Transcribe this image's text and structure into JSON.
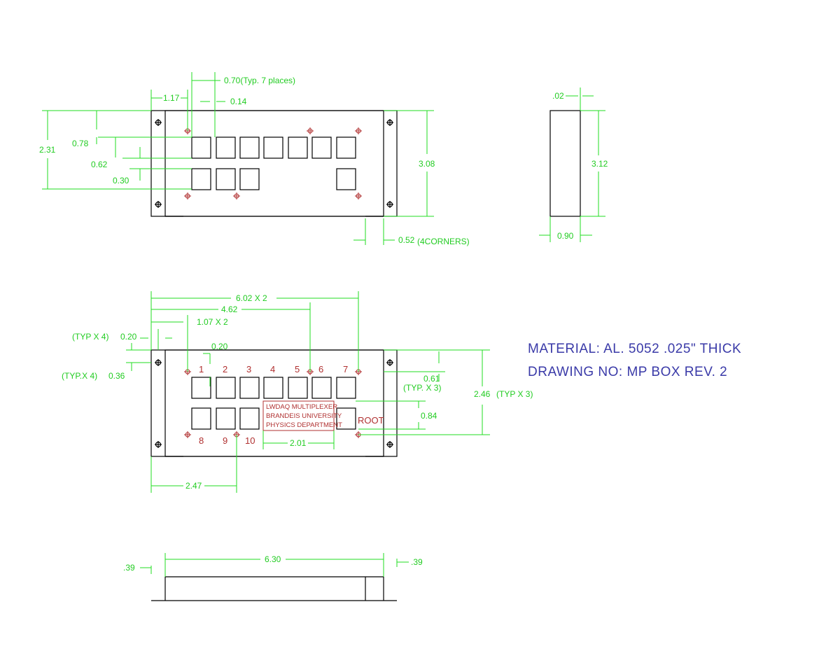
{
  "notes": {
    "material": "MATERIAL:  AL. 5052 .025\" THICK",
    "drawing_no": "DRAWING NO:  MP BOX REV. 2"
  },
  "top_view": {
    "dims": {
      "d_070": "0.70(Typ. 7 places)",
      "d_117": "1.17",
      "d_014": "0.14",
      "d_078": "0.78",
      "d_231": "2.31",
      "d_062": "0.62",
      "d_030": "0.30",
      "d_308": "3.08",
      "d_052": "0.52",
      "d_052_note": "(4CORNERS)"
    }
  },
  "side_view": {
    "dims": {
      "d_002": ".02",
      "d_312": "3.12",
      "d_090": "0.90"
    }
  },
  "front_view": {
    "dims": {
      "d_602": "6.02 X 2",
      "d_462": "4.62",
      "d_107": "1.07 X 2",
      "d_typ4a": "(TYP X 4)",
      "d_020a": "0.20",
      "d_020b": "0.20",
      "d_typ4b": "(TYP.X 4)",
      "d_036": "0.36",
      "d_061": "0.61",
      "d_061_note": "(TYP. X 3)",
      "d_246": "2.46",
      "d_246_note": "(TYP X 3)",
      "d_084": "0.84",
      "d_201": "2.01",
      "d_247": "2.47"
    },
    "port_numbers": [
      "1",
      "2",
      "3",
      "4",
      "5",
      "6",
      "7",
      "8",
      "9",
      "10"
    ],
    "root_label": "ROOT",
    "nameplate": [
      "LWDAQ MULTIPLEXER",
      "BRANDEIS UNIVERSITY",
      "PHYSICS DEPARTMENT"
    ]
  },
  "bottom_view": {
    "dims": {
      "d_039_left": ".39",
      "d_630": "6.30",
      "d_039_right": ".39"
    }
  },
  "colors": {
    "dimension": "#22dd22",
    "markings": "#b03030",
    "notes": "#3a3aa8",
    "outline": "#000000"
  }
}
